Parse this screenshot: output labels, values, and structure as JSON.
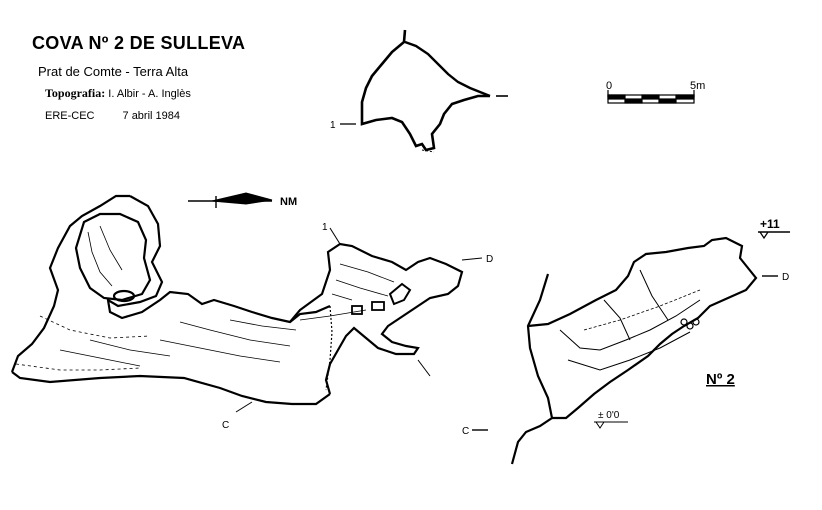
{
  "header": {
    "title": "COVA Nº 2  DE SULLEVA",
    "location": "Prat de Comte - Terra Alta",
    "topography_label": "Topografia:",
    "topography_authors": "I. Albir - A. Inglès",
    "club": "ERE-CEC",
    "date": "7 abril 1984"
  },
  "scale": {
    "min_label": "0",
    "max_label": "5m"
  },
  "north": {
    "label": "NM"
  },
  "labels": {
    "section_1": "1",
    "section_1_plan": "1",
    "section_d_plan": "D",
    "section_c_plan": "C",
    "section_d_profile": "D",
    "section_c_profile": "C",
    "level_top": "+11",
    "level_base": "± 0'0",
    "cave_number": "Nº 2"
  },
  "colors": {
    "ink": "#000000",
    "paper": "#ffffff"
  }
}
